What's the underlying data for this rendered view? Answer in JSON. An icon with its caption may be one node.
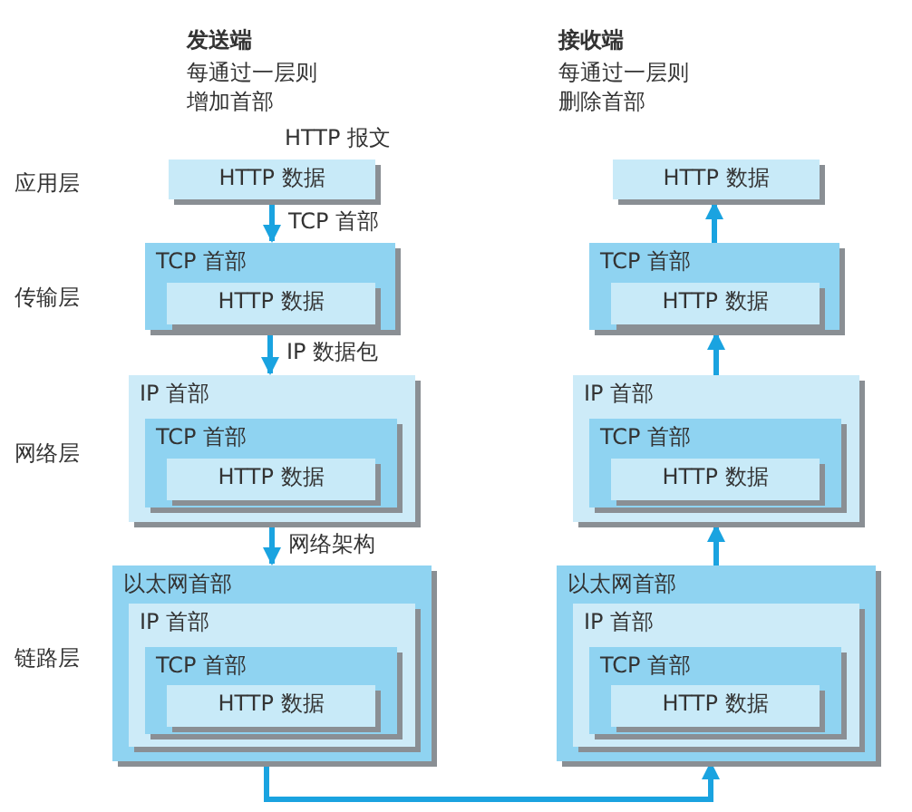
{
  "diagram": {
    "nodes": [
      {
        "text": [
          "HTTP 数据"
        ],
        "beside": [
          "HTTP 报文"
        ]
      },
      {
        "text": [
          "TCP 首部"
        ]
      },
      {
        "text": [
          "HTTP 数据"
        ],
        "in": 1
      },
      {
        "text": [
          "IP 首部"
        ]
      },
      {
        "text": [
          "TCP 首部"
        ],
        "in": 3
      },
      {
        "text": [
          "HTTP 数据"
        ],
        "in": 4
      },
      {
        "text": [
          "以太网首部"
        ]
      },
      {
        "text": [
          "IP 首部"
        ],
        "in": 6
      },
      {
        "text": [
          "TCP 首部"
        ],
        "in": 7
      },
      {
        "text": [
          "HTTP 数据"
        ],
        "in": 8
      },
      {
        "text": [
          "HTTP 数据"
        ]
      },
      {
        "text": [
          "TCP 首部"
        ]
      },
      {
        "text": [
          "HTTP 数据"
        ],
        "in": 11
      },
      {
        "text": [
          "IP 首部"
        ]
      },
      {
        "text": [
          "TCP 首部"
        ],
        "in": 13
      },
      {
        "text": [
          "HTTP 数据"
        ],
        "in": 14
      },
      {
        "text": [
          "以太网首部"
        ]
      },
      {
        "text": [
          "IP 首部"
        ],
        "in": 16
      },
      {
        "text": [
          "TCP 首部"
        ],
        "in": 17
      },
      {
        "text": [
          "HTTP 数据"
        ],
        "in": 18
      }
    ],
    "edges": [
      {
        "from": 0,
        "to": 1,
        "arrow": "to",
        "label": "TCP 首部"
      },
      {
        "from": 1,
        "to": 3,
        "arrow": "to",
        "label": "IP 数据包"
      },
      {
        "from": 3,
        "to": 6,
        "arrow": "to",
        "label": "网络架构"
      },
      {
        "from": 6,
        "to": 16,
        "arrow": "to"
      },
      {
        "from": 16,
        "to": 13,
        "arrow": "to"
      },
      {
        "from": 13,
        "to": 11,
        "arrow": "to"
      },
      {
        "from": 11,
        "to": 10,
        "arrow": "to"
      }
    ],
    "labels": [
      "发送端",
      "每通过一层则增加首部",
      "接收端",
      "每通过一层则删除首部",
      "应用层",
      "传输层",
      "网络层",
      "链路层"
    ]
  }
}
